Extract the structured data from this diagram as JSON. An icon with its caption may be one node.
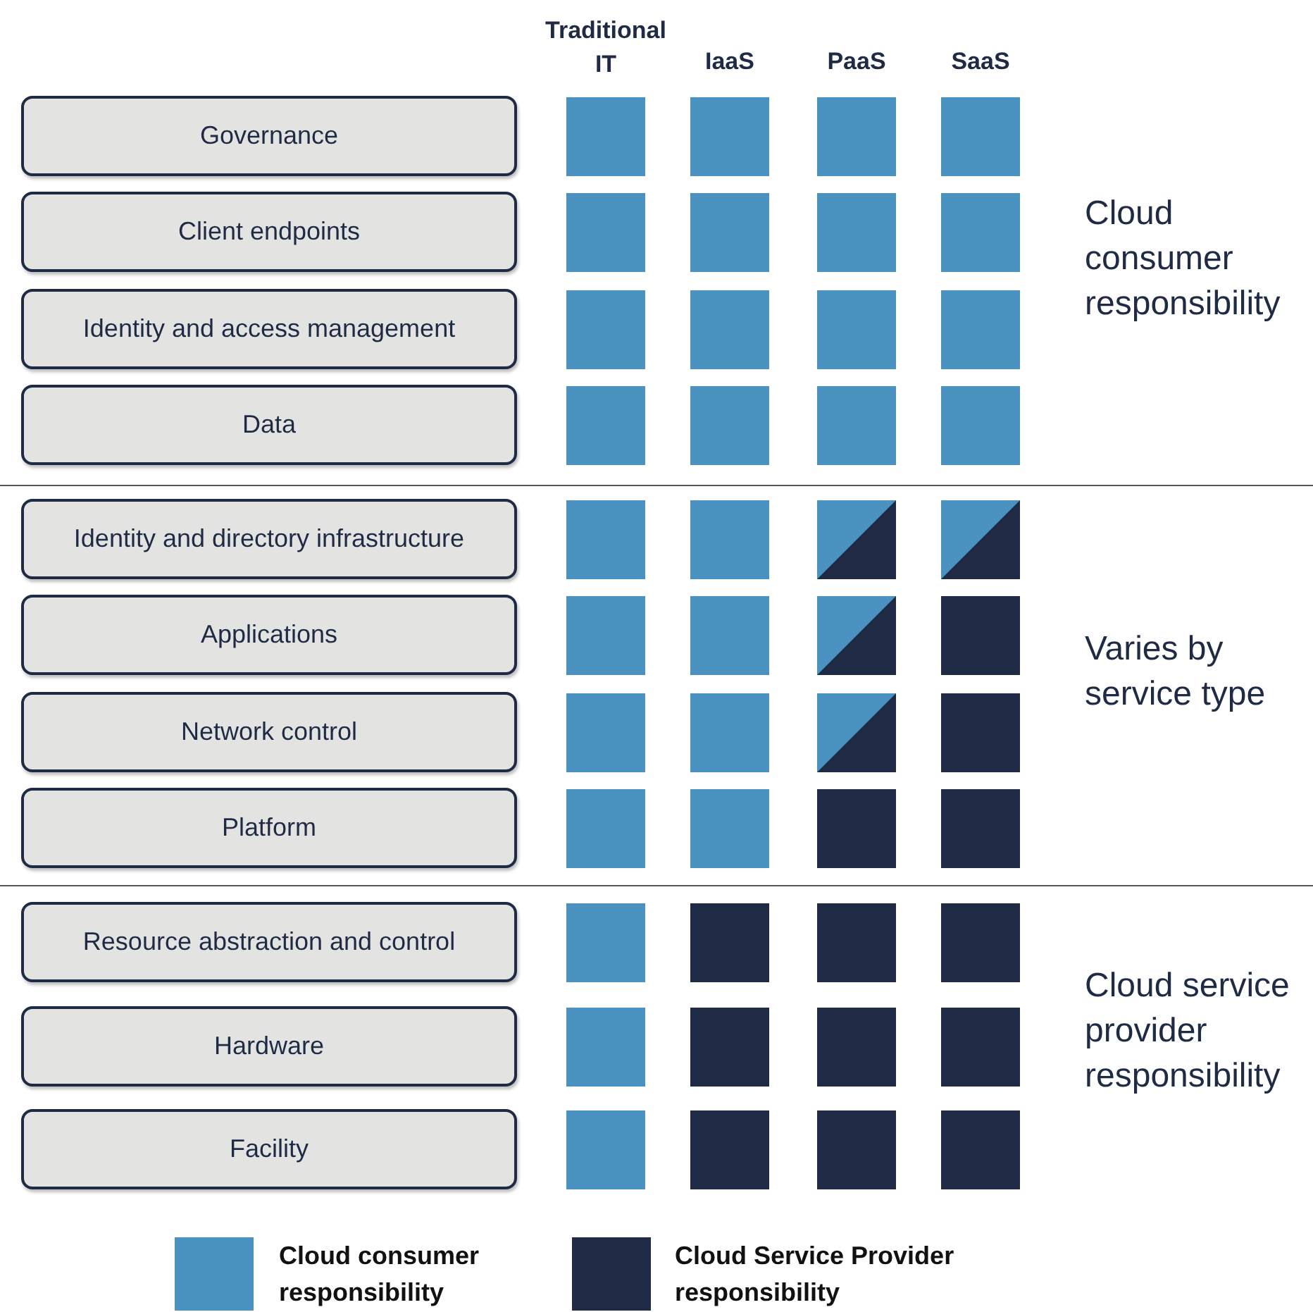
{
  "diagram": {
    "nodes": [
      {
        "text": [
          "Governance"
        ]
      },
      {
        "text": [],
        "shape": "box"
      },
      {
        "text": [],
        "shape": "box"
      },
      {
        "text": [],
        "shape": "box"
      },
      {
        "text": [],
        "shape": "box"
      },
      {
        "text": [
          "Client endpoints"
        ]
      },
      {
        "text": [],
        "shape": "box"
      },
      {
        "text": [],
        "shape": "box"
      },
      {
        "text": [],
        "shape": "box"
      },
      {
        "text": [],
        "shape": "box"
      },
      {
        "text": [
          "Identity and access management"
        ]
      },
      {
        "text": [],
        "shape": "box"
      },
      {
        "text": [],
        "shape": "box"
      },
      {
        "text": [],
        "shape": "box"
      },
      {
        "text": [],
        "shape": "box"
      },
      {
        "text": [
          "Data"
        ]
      },
      {
        "text": [],
        "shape": "box"
      },
      {
        "text": [],
        "shape": "box"
      },
      {
        "text": [],
        "shape": "box"
      },
      {
        "text": [],
        "shape": "box"
      },
      {
        "text": [
          "Identity and directory infrastructure"
        ]
      },
      {
        "text": [],
        "shape": "box"
      },
      {
        "text": [],
        "shape": "box"
      },
      {
        "text": [],
        "shape": "box"
      },
      {
        "text": [],
        "shape": "box"
      },
      {
        "text": [
          "Applications"
        ]
      },
      {
        "text": [],
        "shape": "box"
      },
      {
        "text": [],
        "shape": "box"
      },
      {
        "text": [],
        "shape": "box"
      },
      {
        "text": [],
        "shape": "box"
      },
      {
        "text": [
          "Network control"
        ]
      },
      {
        "text": [],
        "shape": "box"
      },
      {
        "text": [],
        "shape": "box"
      },
      {
        "text": [],
        "shape": "box"
      },
      {
        "text": [],
        "shape": "box"
      },
      {
        "text": [
          "Platform"
        ]
      },
      {
        "text": [],
        "shape": "box"
      },
      {
        "text": [],
        "shape": "box"
      },
      {
        "text": [],
        "shape": "box"
      },
      {
        "text": [],
        "shape": "box"
      },
      {
        "text": [
          "Resource abstraction and control"
        ]
      },
      {
        "text": [],
        "shape": "box"
      },
      {
        "text": [],
        "shape": "box"
      },
      {
        "text": [],
        "shape": "box"
      },
      {
        "text": [],
        "shape": "box"
      },
      {
        "text": [
          "Hardware"
        ]
      },
      {
        "text": [],
        "shape": "box"
      },
      {
        "text": [],
        "shape": "box"
      },
      {
        "text": [],
        "shape": "box"
      },
      {
        "text": [],
        "shape": "box"
      },
      {
        "text": [
          "Facility"
        ]
      },
      {
        "text": [],
        "shape": "box"
      },
      {
        "text": [],
        "shape": "box"
      },
      {
        "text": [],
        "shape": "box"
      },
      {
        "text": [],
        "shape": "box"
      }
    ],
    "labels": [
      "Traditional IT",
      "IaaS",
      "PaaS",
      "SaaS",
      "Cloud consumer responsibility",
      "Varies by service type",
      "Cloud service provider responsibility"
    ],
    "legend": [
      {
        "text": "Cloud consumer responsibility",
        "color": "#4a92bf"
      },
      {
        "text": "Cloud Service Provider responsibility",
        "color": "#1f2a44"
      }
    ]
  }
}
